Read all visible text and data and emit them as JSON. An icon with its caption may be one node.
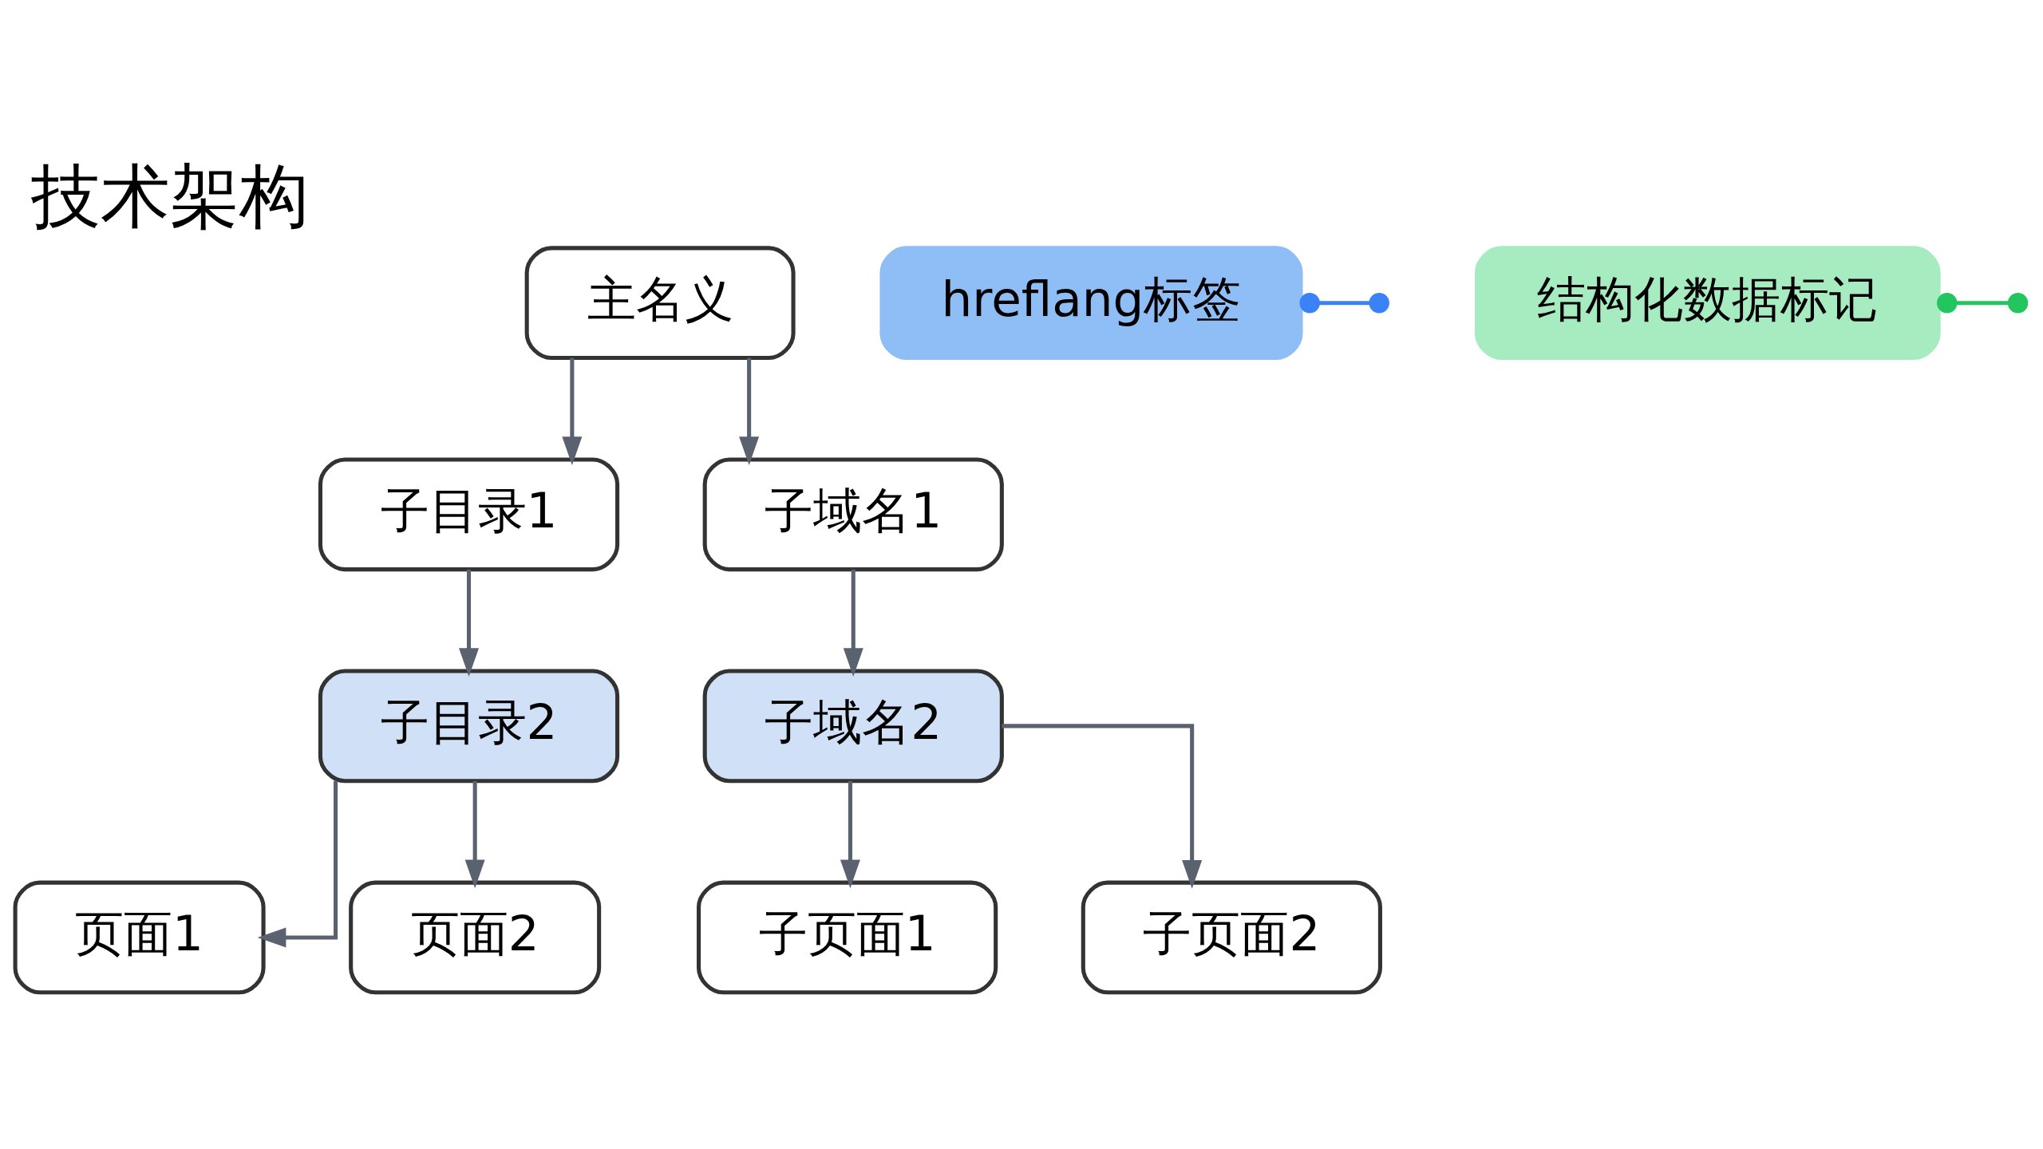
{
  "diagram": {
    "title": "技术架构",
    "nodes": [
      {
        "text": [
          "主名义"
        ]
      },
      {
        "text": [
          "子目录1"
        ]
      },
      {
        "text": [
          "子域名1"
        ]
      },
      {
        "text": [
          "hreflang标签"
        ]
      },
      {
        "text": [
          "子目录2"
        ]
      },
      {
        "text": [
          "子域名2"
        ]
      },
      {
        "text": [
          "结构化数据标记"
        ]
      },
      {
        "text": [
          "页面1"
        ]
      },
      {
        "text": [
          "页面2"
        ]
      },
      {
        "text": [
          "子页面1"
        ]
      },
      {
        "text": [
          "子页面2"
        ]
      }
    ],
    "edges": [
      {
        "from": 0,
        "to": 1,
        "arrow": "to"
      },
      {
        "from": 0,
        "to": 2,
        "arrow": "to"
      },
      {
        "from": 1,
        "to": 4,
        "arrow": "to"
      },
      {
        "from": 3,
        "to": null,
        "arrow": "other",
        "color": "#3b82f6"
      },
      {
        "from": 2,
        "to": 5,
        "arrow": "to"
      },
      {
        "from": 6,
        "to": null,
        "arrow": "other",
        "color": "#22c55e"
      },
      {
        "from": 4,
        "to": 7,
        "arrow": "to"
      },
      {
        "from": 4,
        "to": 8,
        "arrow": "to"
      },
      {
        "from": 5,
        "to": 9,
        "arrow": "to"
      },
      {
        "from": 5,
        "to": 10,
        "arrow": "to"
      }
    ]
  }
}
